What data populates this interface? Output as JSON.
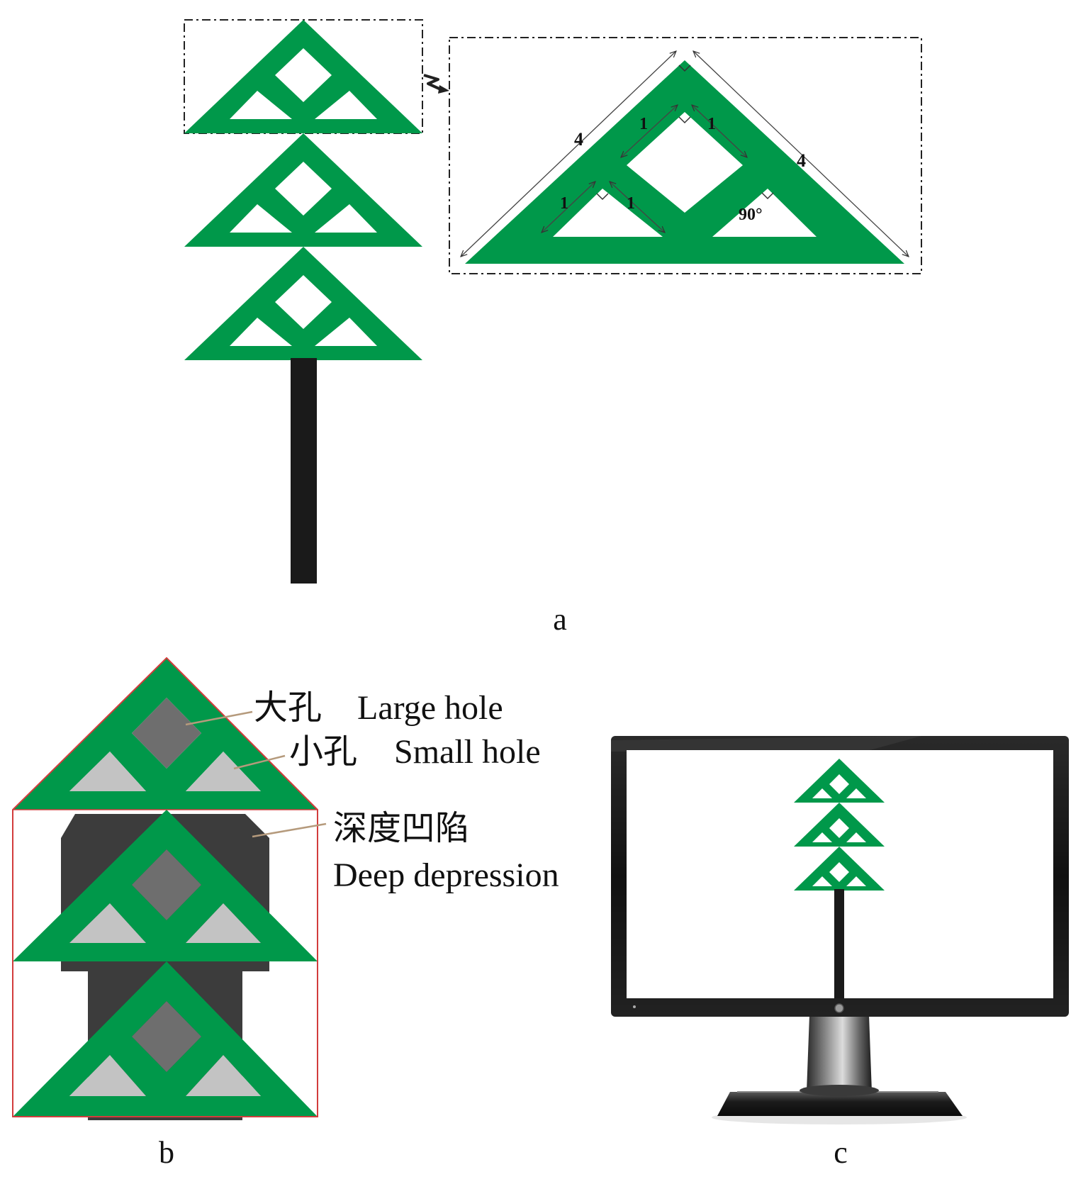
{
  "colors": {
    "green": "#00984a",
    "trunk": "#1a1a1a",
    "large_hole": "#6e6e6e",
    "small_hole": "#c3c3c3",
    "depression": "#3c3c3c",
    "outline": "#d23c3c",
    "leader": "#b59a7c"
  },
  "panel_a": {
    "label": "a",
    "dimensions": {
      "long_side_left": "4",
      "long_side_right": "4",
      "short_1": "1",
      "short_2": "1",
      "short_3": "1",
      "short_4": "1",
      "angle": "90°"
    }
  },
  "panel_b": {
    "label": "b",
    "annotations": {
      "large_hole_cn": "大孔",
      "large_hole_en": "Large hole",
      "small_hole_cn": "小孔",
      "small_hole_en": "Small hole",
      "depression_cn": "深度凹陷",
      "depression_en": "Deep depression"
    }
  },
  "panel_c": {
    "label": "c"
  }
}
